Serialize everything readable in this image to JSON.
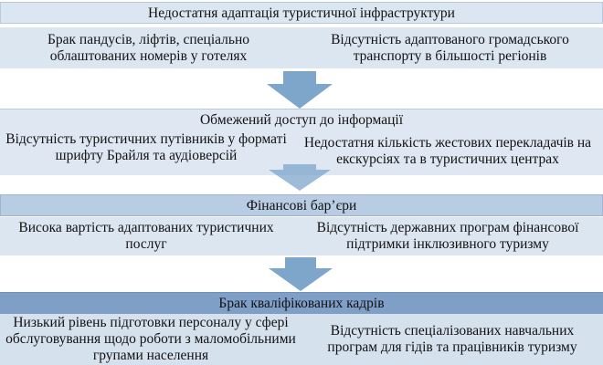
{
  "sections": [
    {
      "header": "Недостатня адаптація туристичної інфраструктури",
      "left": "Брак пандусів, ліфтів, спеціально облаштованих номерів у готелях",
      "right": "Відсутність адаптованого громадського транспорту в більшості регіонів"
    },
    {
      "header": "Обмежений доступ до інформації",
      "left": "Відсутність туристичних путівників у форматі шрифту Брайля та аудіоверсій",
      "right": "Недостатня кількість жестових перекладачів на екскурсіях та в туристичних центрах"
    },
    {
      "header": "Фінансові бар’єри",
      "left": "Висока вартість адаптованих туристичних послуг",
      "right": "Відсутність державних програм фінансової підтримки інклюзивного туризму"
    },
    {
      "header": "Брак кваліфікованих кадрів",
      "left": "Низький рівень підготовки персоналу у сфері обслуговування щодо роботи з маломобільними групами населення",
      "right": "Відсутність спеціалізованих навчальних програм для гідів та працівників туризму"
    }
  ],
  "colors": {
    "header_1": "#dce6f1",
    "header_2": "#dfe8f2",
    "header_3": "#b8cde3",
    "header_4": "#7f9fc6",
    "sub_1": "#dce6f1",
    "sub_2": "#dfe8f2",
    "sub_3": "#dce6f1",
    "sub_4": "#d6e1ee",
    "arrow": "#7ea6cb"
  }
}
